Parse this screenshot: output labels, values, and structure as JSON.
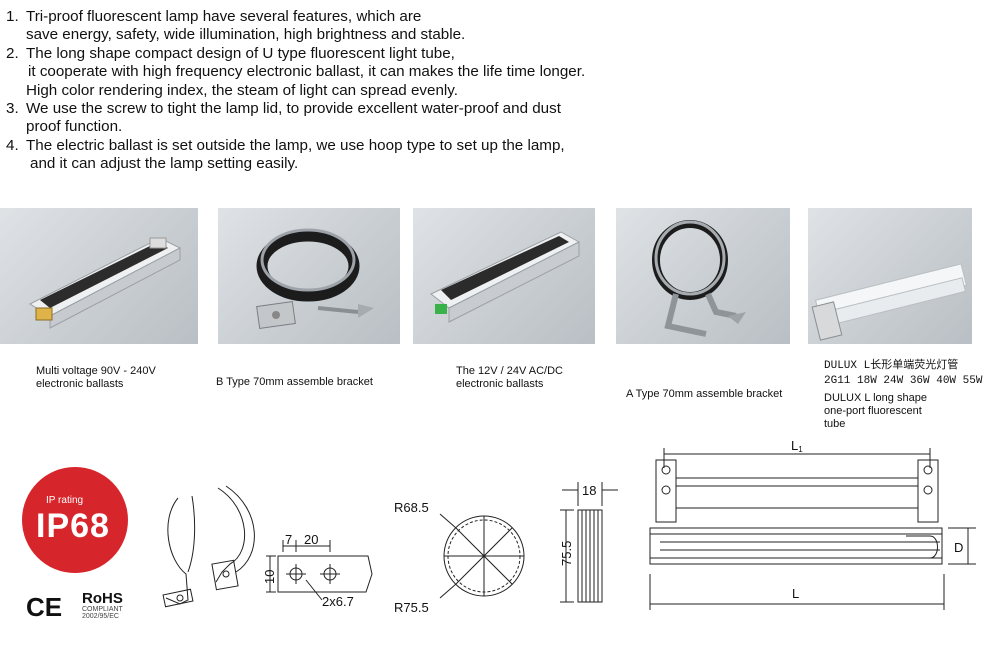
{
  "features": [
    {
      "num": "1.",
      "lines": [
        "Tri-proof fluorescent lamp have several features, which are",
        "save energy, safety, wide illumination, high brightness and stable."
      ]
    },
    {
      "num": "2.",
      "lines": [
        "The long shape compact design of U type fluorescent light tube,",
        "it cooperate with high frequency electronic ballast, it can makes the life time longer.",
        "High color rendering index, the steam of light can spread evenly."
      ]
    },
    {
      "num": "3.",
      "lines": [
        "We use the screw to tight the lamp lid, to provide excellent water-proof and dust",
        "proof function."
      ]
    },
    {
      "num": "4.",
      "lines": [
        "The electric ballast is set outside the lamp, we use hoop type to set up the lamp,",
        "and it can adjust the lamp setting easily."
      ]
    }
  ],
  "captions": {
    "ballast_multi": "Multi voltage 90V - 240V\nelectronic ballasts",
    "bracket_b": "B Type 70mm assemble bracket",
    "ballast_dc": "The 12V / 24V AC/DC\n electronic ballasts",
    "bracket_a": "A Type 70mm assemble bracket",
    "tube_cn": "DULUX L长形单端荧光灯管",
    "tube_spec": "2G11 18W 24W 36W 40W 55W",
    "tube_en": "DULUX L long shape\none-port fluorescent\ntube"
  },
  "badge": {
    "small": "IP rating",
    "big": "IP68",
    "color": "#d7262b"
  },
  "cert": {
    "ce": "CE",
    "rohs": "RoHS",
    "rohs_sub": "COMPLIANT\n2002/95/EC"
  },
  "dims": {
    "w7": "7",
    "w20": "20",
    "h10": "10",
    "holes": "2x6.7",
    "r_out": "R68.5",
    "r_in": "R75.5",
    "depth": "75.5",
    "w18": "18",
    "l1": "L",
    "l1_sub": "1",
    "l": "L",
    "d": "D"
  }
}
